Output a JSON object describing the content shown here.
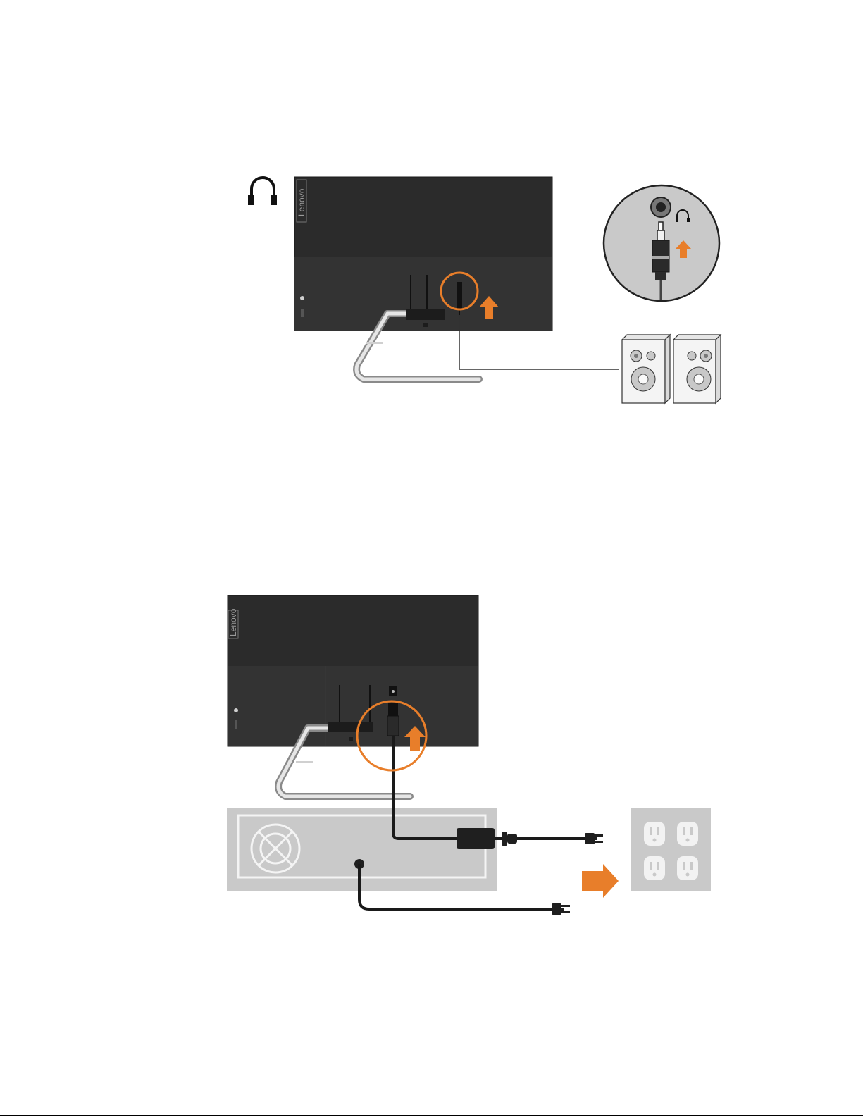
{
  "figure_top": {
    "monitor": {
      "brand": "Lenovo"
    },
    "icons": [
      "headphone-icon",
      "speakers-icon",
      "up-arrow-icon"
    ],
    "callout": "audio-jack-detail"
  },
  "figure_bottom": {
    "monitor": {
      "brand": "Lenovo"
    },
    "icons": [
      "power-adapter-icon",
      "ac-plug-icon",
      "wall-outlet-icon",
      "right-arrow-icon",
      "up-arrow-icon"
    ]
  },
  "colors": {
    "monitor_back": "#2b2b2b",
    "accent_orange": "#e87e2a",
    "gray_panel": "#c9c9c9",
    "cable": "#1a1a1a"
  }
}
